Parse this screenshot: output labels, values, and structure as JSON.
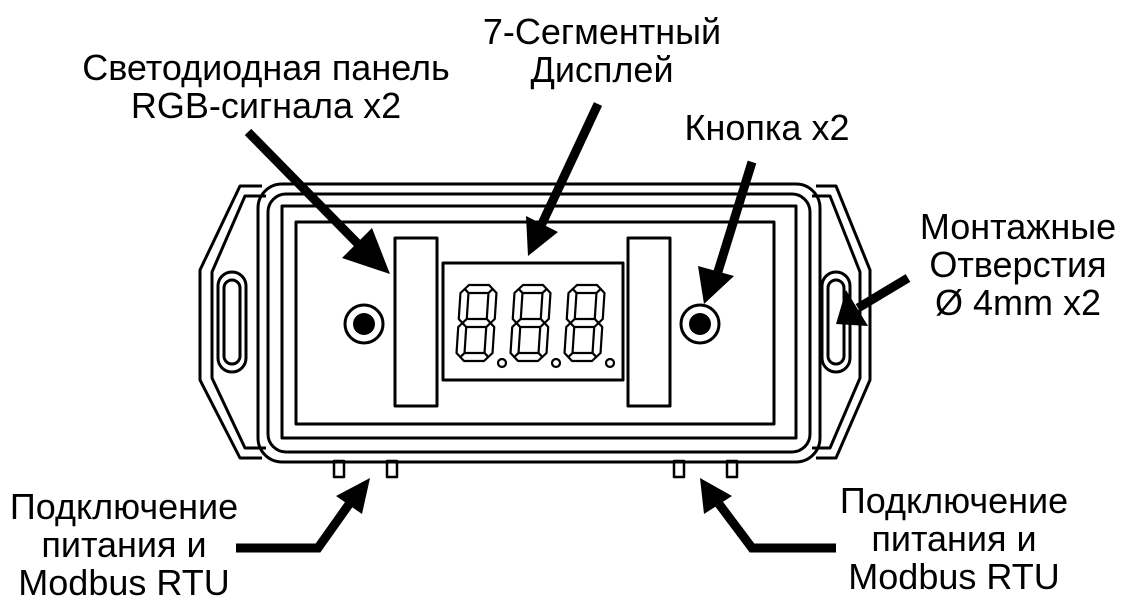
{
  "labels": {
    "rgb_panel": [
      "Светодиодная панель",
      "RGB-сигнала x2"
    ],
    "seven_seg": [
      "7-Сегментный",
      "Дисплей"
    ],
    "button": [
      "Кнопка x2"
    ],
    "mounting": [
      "Монтажные",
      "Отверстия",
      "Ø 4mm x2"
    ],
    "power_left": [
      "Подключение",
      "питания и",
      "Modbus RTU"
    ],
    "power_right": [
      "Подключение",
      "питания и",
      "Modbus RTU"
    ]
  },
  "display": {
    "digits": [
      "8",
      "8",
      "8"
    ]
  },
  "colors": {
    "line": "#000000",
    "fill": "#ffffff"
  }
}
